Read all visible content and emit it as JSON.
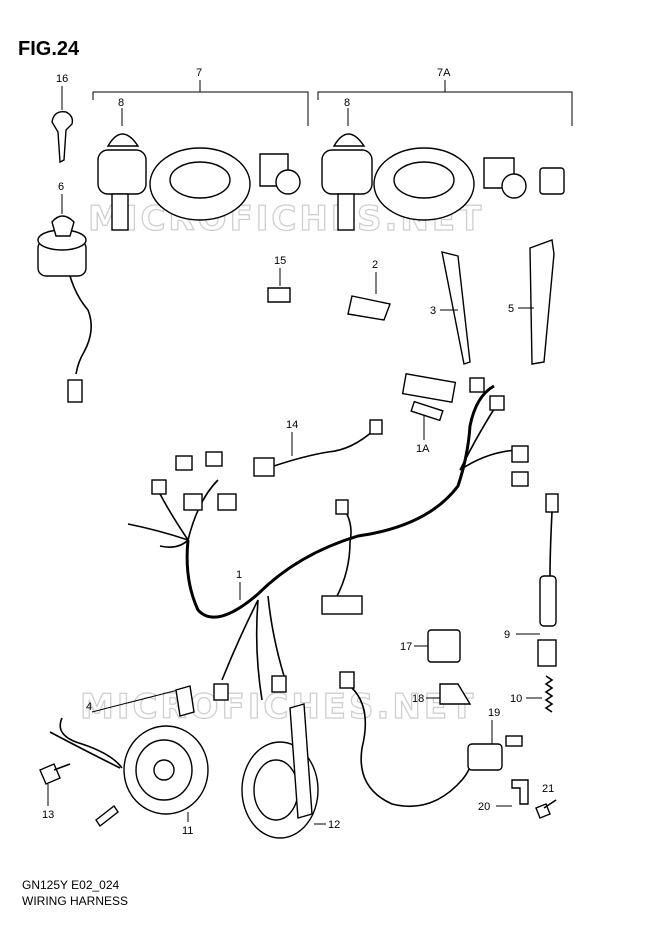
{
  "figure": {
    "title": "FIG.24",
    "model_code": "GN125Y E02_024",
    "name": "WIRING HARNESS",
    "watermark": "MICROFICHES.NET"
  },
  "callouts": [
    {
      "id": "c16",
      "label": "16"
    },
    {
      "id": "c7",
      "label": "7"
    },
    {
      "id": "c7a",
      "label": "7A"
    },
    {
      "id": "c8a",
      "label": "8"
    },
    {
      "id": "c8b",
      "label": "8"
    },
    {
      "id": "c6",
      "label": "6"
    },
    {
      "id": "c15",
      "label": "15"
    },
    {
      "id": "c2",
      "label": "2"
    },
    {
      "id": "c3",
      "label": "3"
    },
    {
      "id": "c5",
      "label": "5"
    },
    {
      "id": "c14",
      "label": "14"
    },
    {
      "id": "c1a",
      "label": "1A"
    },
    {
      "id": "c1",
      "label": "1"
    },
    {
      "id": "c9",
      "label": "9"
    },
    {
      "id": "c17",
      "label": "17"
    },
    {
      "id": "c18",
      "label": "18"
    },
    {
      "id": "c10",
      "label": "10"
    },
    {
      "id": "c4",
      "label": "4"
    },
    {
      "id": "c19",
      "label": "19"
    },
    {
      "id": "c13",
      "label": "13"
    },
    {
      "id": "c11",
      "label": "11"
    },
    {
      "id": "c12",
      "label": "12"
    },
    {
      "id": "c21",
      "label": "21"
    },
    {
      "id": "c20",
      "label": "20"
    }
  ],
  "colors": {
    "line": "#000000",
    "watermark": "#cfcfcf",
    "background": "#ffffff"
  }
}
